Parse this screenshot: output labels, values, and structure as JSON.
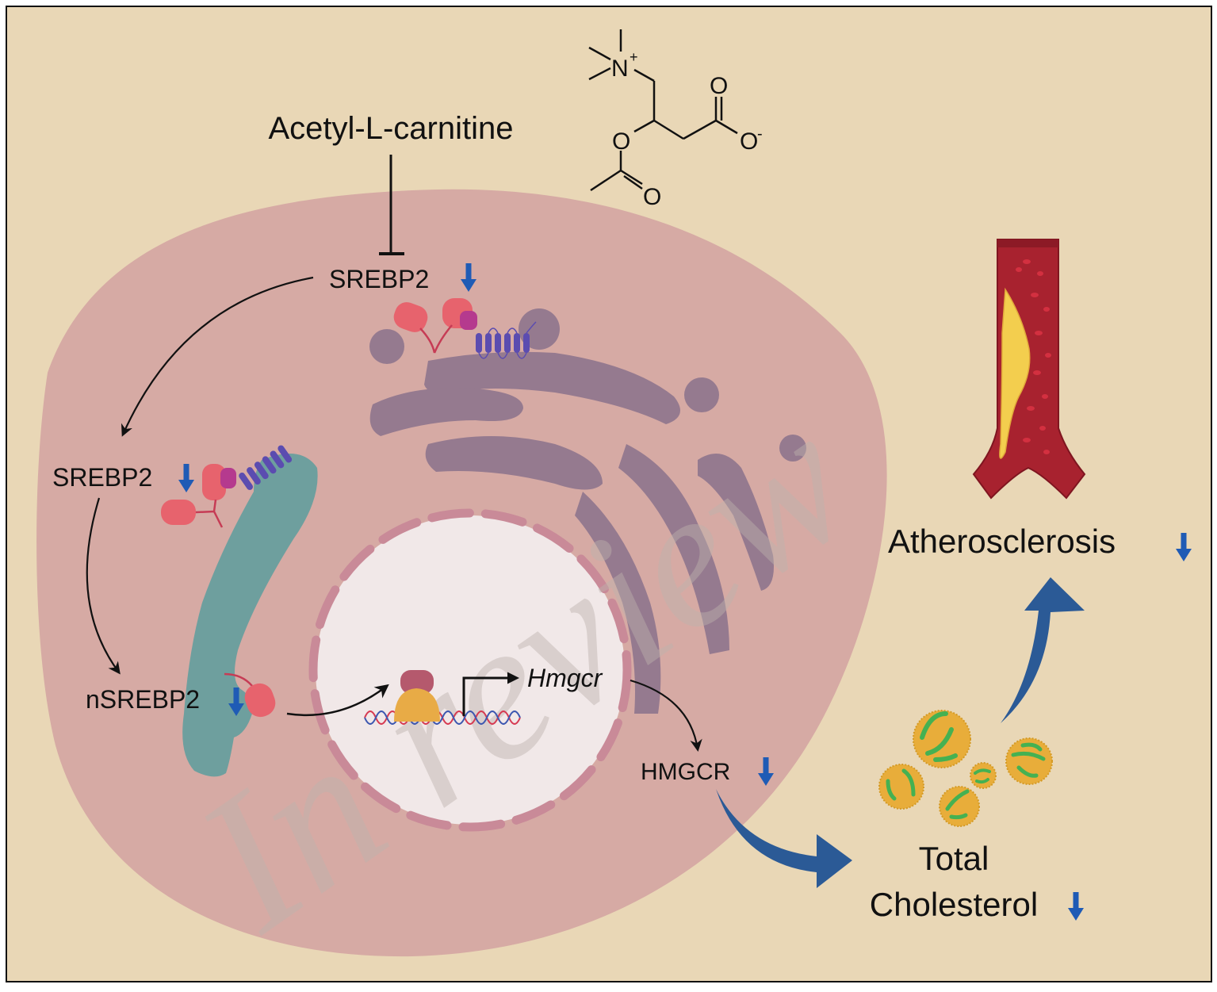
{
  "title": "Acetyl-L-carnitine inhibits SREBP2 / HMGCR pathway",
  "colors": {
    "background": "#e9d7b6",
    "cell": "#d6aaa4",
    "nucleus": "#f1e8e8",
    "nuclear_envelope": "#c98a98",
    "golgi": "#957a8f",
    "er": "#6e9f9e",
    "srebp": "#e7636d",
    "scap": "#6250ad",
    "down_arrow": "#1f5bb5",
    "flow_arrow": "#2b5a96",
    "lipoprotein": "#e8ad3a",
    "lipoprotein_inner": "#45b152",
    "artery": "#a8222f",
    "plaque": "#f3ce4e"
  },
  "drug": {
    "name": "Acetyl-L-carnitine",
    "structure_atoms": {
      "n_plus": "N",
      "charge_plus": "+",
      "o_carbonyl": "O",
      "o_minus": "O",
      "charge_minus": "-",
      "o_ester": "O",
      "o_acetyl": "O"
    },
    "effect": "inhibits"
  },
  "labels": {
    "srebp2_golgi": "SREBP2",
    "srebp2_er": "SREBP2",
    "nsrebp2": "nSREBP2",
    "gene": "Hmgcr",
    "hmgcr_protein": "HMGCR",
    "total_line1": "Total",
    "total_line2": "Cholesterol",
    "atherosclerosis": "Atherosclerosis"
  },
  "indicators": {
    "srebp2_golgi": "down",
    "srebp2_er": "down",
    "nsrebp2": "down",
    "hmgcr_protein": "down",
    "total_cholesterol": "down",
    "atherosclerosis": "down"
  },
  "icons": [
    "down-arrow-icon",
    "inhibition-bar-icon",
    "curved-arrow-icon",
    "transcription-start-arrow-icon",
    "dna-helix-icon",
    "lipoprotein-icon",
    "artery-plaque-icon"
  ],
  "watermark": "In review"
}
